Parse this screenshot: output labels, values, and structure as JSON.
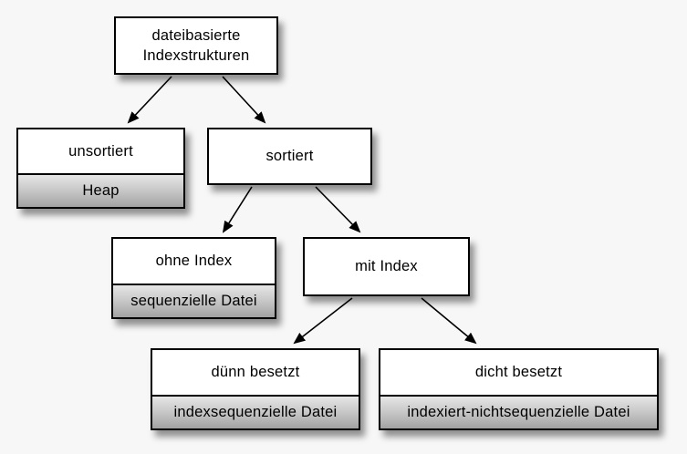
{
  "diagram": {
    "type": "tree",
    "background_color": "#f7f7f7",
    "colors": {
      "node_fill": "#ffffff",
      "node_border": "#000000",
      "sublabel_gradient_top": "#e6e6e6",
      "sublabel_gradient_bottom": "#a2a2a2",
      "arrow": "#000000",
      "text": "#000000"
    },
    "nodes": {
      "root": {
        "lines": [
          "dateibasierte",
          "Indexstrukturen"
        ]
      },
      "unsortiert": {
        "label": "unsortiert",
        "sublabel": "Heap"
      },
      "sortiert": {
        "label": "sortiert"
      },
      "ohne_index": {
        "label": "ohne Index",
        "sublabel": "sequenzielle Datei"
      },
      "mit_index": {
        "label": "mit Index"
      },
      "duenn_besetzt": {
        "label": "dünn besetzt",
        "sublabel": "indexsequenzielle Datei"
      },
      "dicht_besetzt": {
        "label": "dicht besetzt",
        "sublabel": "indexiert-nichtsequenzielle Datei"
      }
    },
    "edges": [
      {
        "from": "dateibasierte Indexstrukturen",
        "to": "unsortiert"
      },
      {
        "from": "dateibasierte Indexstrukturen",
        "to": "sortiert"
      },
      {
        "from": "sortiert",
        "to": "ohne Index"
      },
      {
        "from": "sortiert",
        "to": "mit Index"
      },
      {
        "from": "mit Index",
        "to": "dünn besetzt"
      },
      {
        "from": "mit Index",
        "to": "dicht besetzt"
      }
    ]
  }
}
